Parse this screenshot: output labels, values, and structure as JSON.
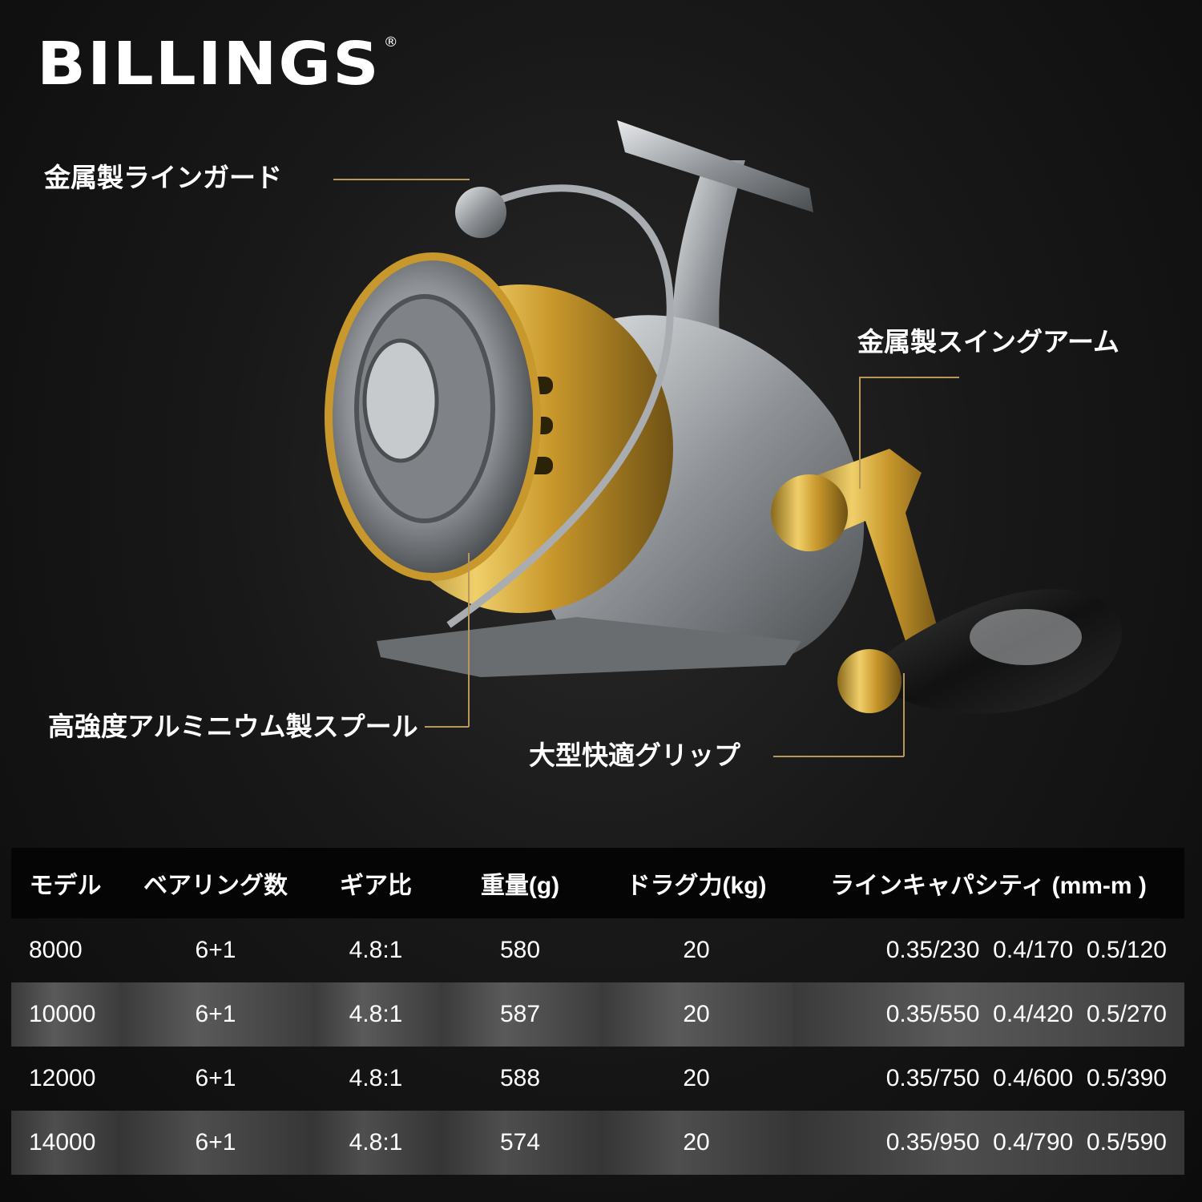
{
  "brand": {
    "name": "BILLINGS",
    "mark": "®"
  },
  "callouts": {
    "line_guard": "金属製ラインガード",
    "swing_arm": "金属製スイングアーム",
    "spool": "高強度アルミニウム製スプール",
    "grip": "大型快適グリップ"
  },
  "table": {
    "headers": [
      "モデル",
      "ベアリング数",
      "ギア比",
      "重量(g)",
      "ドラグ力(kg)",
      "ラインキャパシティ (mm-m )"
    ],
    "rows": [
      [
        "8000",
        "6+1",
        "4.8:1",
        "580",
        "20",
        "0.35/230  0.4/170  0.5/120"
      ],
      [
        "10000",
        "6+1",
        "4.8:1",
        "587",
        "20",
        "0.35/550  0.4/420  0.5/270"
      ],
      [
        "12000",
        "6+1",
        "4.8:1",
        "588",
        "20",
        "0.35/750  0.4/600  0.5/390"
      ],
      [
        "14000",
        "6+1",
        "4.8:1",
        "574",
        "20",
        "0.35/950  0.4/790  0.5/590"
      ]
    ]
  },
  "colors": {
    "accent": "#b8975a",
    "gold": "#d4a93a",
    "silver": "#b9bcc0"
  }
}
